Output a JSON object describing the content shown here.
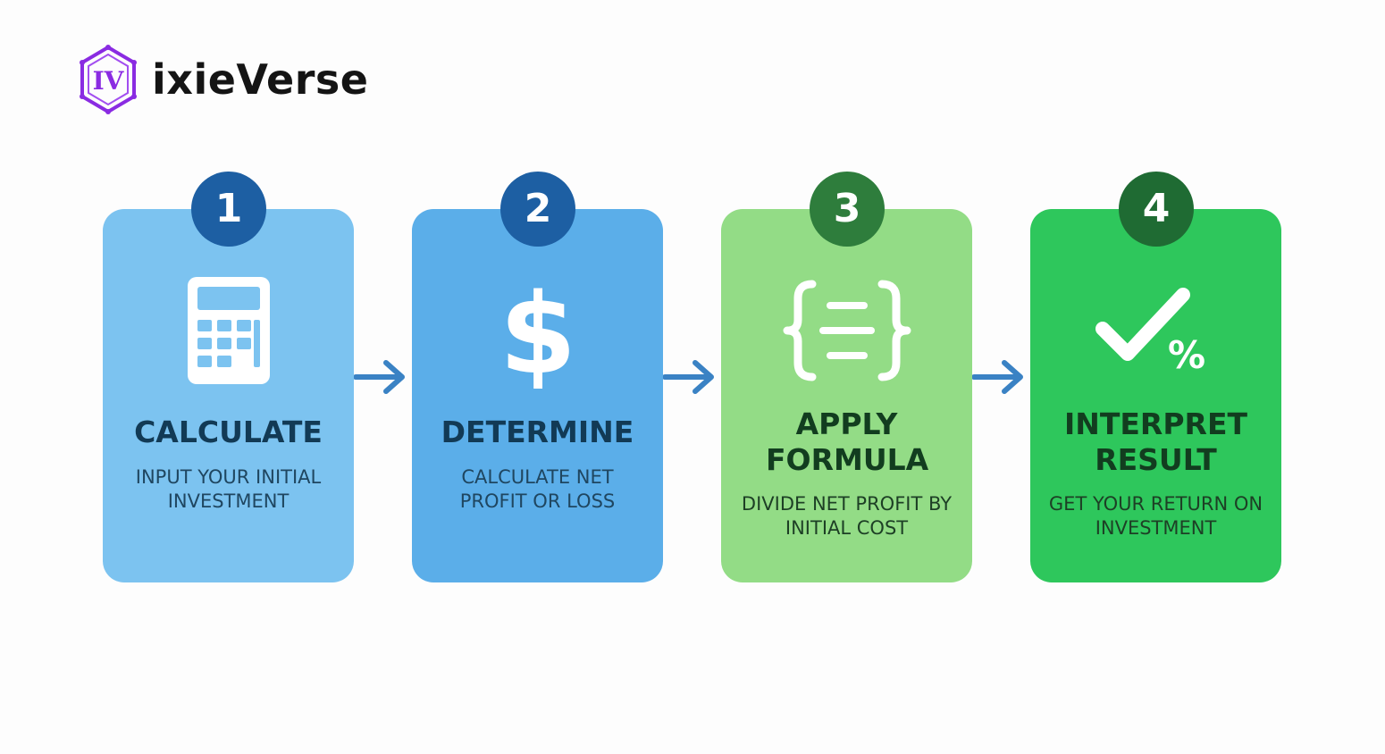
{
  "brand": {
    "logo_text": "ixieVerse",
    "mark_letters": "IV"
  },
  "steps": [
    {
      "number": "1",
      "title": "CALCULATE",
      "description": "INPUT YOUR INITIAL INVESTMENT",
      "icon": "calculator-icon",
      "card_color": "#7cc3f0",
      "badge_color": "#1d5fa3"
    },
    {
      "number": "2",
      "title": "DETERMINE",
      "description": "CALCULATE NET PROFIT OR LOSS",
      "icon": "dollar-icon",
      "card_color": "#5baee9",
      "badge_color": "#1d5fa3"
    },
    {
      "number": "3",
      "title": "APPLY FORMULA",
      "description": "DIVIDE NET PROFIT BY INITIAL COST",
      "icon": "formula-braces-icon",
      "card_color": "#93dc86",
      "badge_color": "#2e7d3c"
    },
    {
      "number": "4",
      "title": "INTERPRET RESULT",
      "description": "GET YOUR RETURN ON INVESTMENT",
      "icon": "checkmark-percent-icon",
      "card_color": "#2ec75c",
      "badge_color": "#1f6b33"
    }
  ],
  "connectors": [
    "arrow-right-icon",
    "arrow-right-icon",
    "arrow-right-icon"
  ],
  "colors": {
    "arrow": "#3a82c4",
    "logo_purple": "#8a2be2"
  }
}
